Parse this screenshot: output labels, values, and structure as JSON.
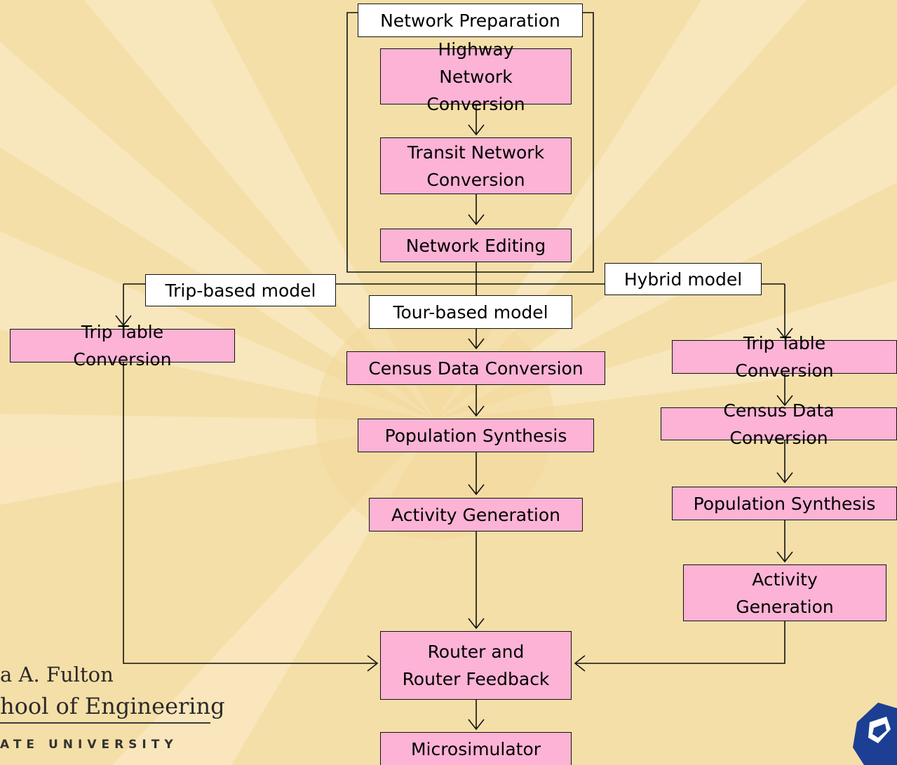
{
  "logo": {
    "line1": "a A. Fulton",
    "line2": "hool of Engineering",
    "line3": "ATE UNIVERSITY"
  },
  "nodes": {
    "network_prep_label": "Network Preparation",
    "highway": "Highway\nNetwork\nConversion",
    "transit": "Transit Network\nConversion",
    "network_editing": "Network Editing",
    "trip_based_label": "Trip-based model",
    "hybrid_label": "Hybrid model",
    "tour_based_label": "Tour-based model",
    "trip_table_left": "Trip Table\nConversion",
    "census_mid": "Census Data Conversion",
    "population_mid": "Population Synthesis",
    "activity_mid": "Activity Generation",
    "trip_table_right": "Trip Table\nConversion",
    "census_right": "Census Data\nConversion",
    "population_right": "Population Synthesis",
    "activity_right": "Activity\nGeneration",
    "router": "Router and\nRouter Feedback",
    "microsimulator": "Microsimulator"
  },
  "colors": {
    "background": "#f5dfa8",
    "sunburst": "#f8e7bd",
    "process_box": "#fcb3d5",
    "label_box": "#ffffff",
    "logo_shield": "#1c3f94"
  }
}
